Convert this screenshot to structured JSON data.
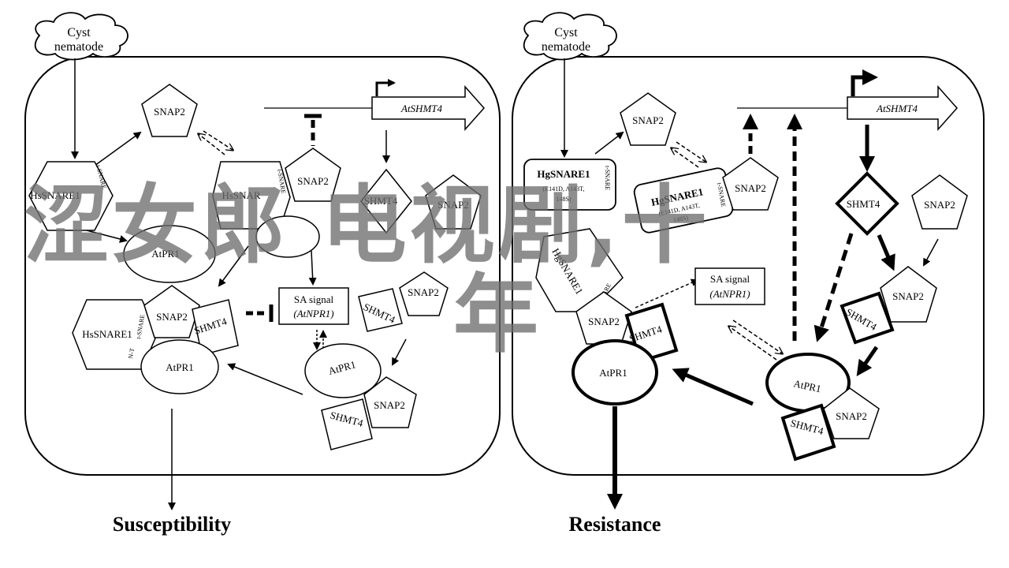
{
  "colors": {
    "ink": "#000000",
    "background": "#ffffff",
    "overlay_text": "#6e6e6e"
  },
  "left_panel": {
    "pathogen": [
      "Cyst",
      "nematode"
    ],
    "gene": "AtSHMT4",
    "nodes": {
      "snap2_top": "SNAP2",
      "hs_snare1": "HsSNARE1",
      "t_snare_a": "t-SNARE",
      "hs_snare1_b": "HsSNAR",
      "t_snare_b": "t-SNARE",
      "snap2_mid": "SNAP2",
      "shmt4_diamond": "SHMT4",
      "snap2_right": "SNAP2",
      "atpr1_left": "AtPR1",
      "shmt4_square": "SHMT4",
      "snap2_sq": "SNAP2",
      "hs_snare1_low": "HsSNARE1",
      "n_t": "N-T",
      "t_snare_low": "t-SNARE",
      "snap2_low": "SNAP2",
      "shmt4_low": "SHMT4",
      "atpr1_low": "AtPR1",
      "atpr1_right": "AtPR1",
      "snap2_bottom": "SNAP2",
      "shmt4_bottom": "SHMT4"
    },
    "sa_signal": [
      "SA signal",
      "(AtNPR1)"
    ],
    "outcome": "Susceptibility"
  },
  "right_panel": {
    "pathogen": [
      "Cyst",
      "nematode"
    ],
    "gene": "AtSHMT4",
    "nodes": {
      "snap2_top": "SNAP2",
      "hg_snare1": "HgSNARE1",
      "hg_variants_1": "(E141D, A143T,",
      "hg_variants_2": "148S)",
      "t_snare_a": "t-SNARE",
      "hg_snare1_b": "HgSNARE1",
      "hg_b_variants_1": "(E141D, A143T,",
      "hg_b_variants_2": "148S)",
      "t_snare_b": "t-SNARE",
      "snap2_mid": "SNAP2",
      "shmt4_diamond": "SHMT4",
      "snap2_right": "SNAP2",
      "hg_snare_low": "HgSNARE1",
      "t_snare_low": "t-SNARE",
      "snap2_low": "SNAP2",
      "shmt4_low": "SHMT4",
      "atpr1_left": "AtPR1",
      "snap2_sq": "SNAP2",
      "shmt4_sq": "SHMT4",
      "atpr1_right": "AtPR1",
      "snap2_bottom": "SNAP2",
      "shmt4_bottom": "SHMT4"
    },
    "sa_signal": [
      "SA signal",
      "(AtNPR1)"
    ],
    "outcome": "Resistance"
  },
  "overlay_text": {
    "line1": "涩女郎 电视剧,十",
    "line2": "年"
  }
}
